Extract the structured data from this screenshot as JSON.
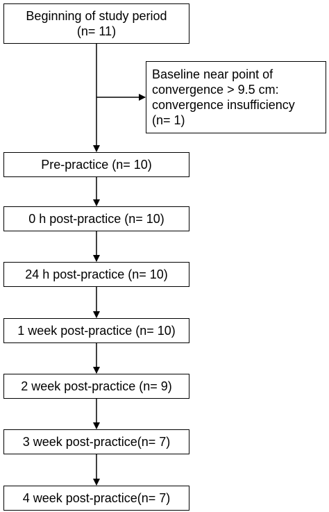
{
  "flowchart": {
    "start": {
      "line1": "Beginning of study period",
      "line2": "(n= 11)"
    },
    "exclusion": {
      "line1": "Baseline near point of",
      "line2": "convergence  > 9.5 cm:",
      "line3": "convergence insufficiency",
      "line4": "(n= 1)"
    },
    "steps": [
      "Pre-practice (n= 10)",
      "0 h post-practice (n= 10)",
      "24 h post-practice (n= 10)",
      "1 week post-practice (n= 10)",
      "2 week post-practice (n= 9)",
      "3 week post-practice(n= 7)",
      "4 week post-practice(n= 7)"
    ]
  }
}
